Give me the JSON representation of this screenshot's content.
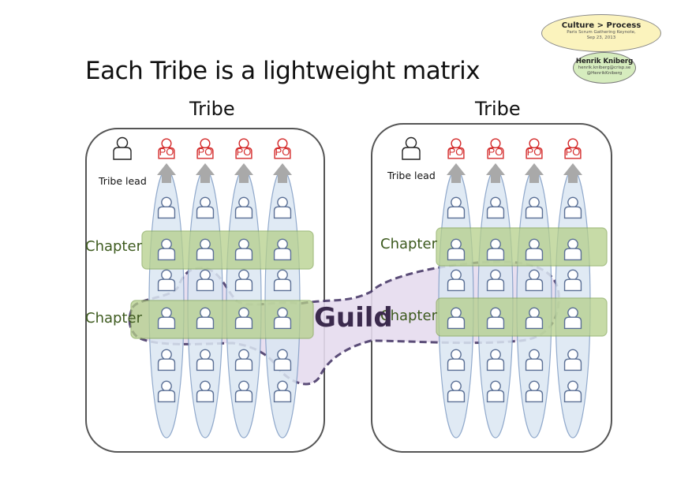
{
  "title": "Each Tribe is a lightweight matrix",
  "tribes": [
    {
      "title": "Tribe",
      "lead_label": "Tribe lead",
      "po_labels": [
        "PO",
        "PO",
        "PO",
        "PO"
      ],
      "chapters": [
        "Chapter",
        "Chapter"
      ]
    },
    {
      "title": "Tribe",
      "lead_label": "Tribe lead",
      "po_labels": [
        "PO",
        "PO",
        "PO",
        "PO"
      ],
      "chapters": [
        "Chapter",
        "Chapter"
      ]
    }
  ],
  "guild_label": "Guild",
  "badge": {
    "title": "Culture > Process",
    "subtitle_line1": "Paris Scrum Gathering Keynote,",
    "subtitle_line2": "Sep 23, 2013",
    "author": "Henrik Kniberg",
    "email": "henrik.kniberg@crisp.se",
    "handle": "@HenrikKniberg"
  },
  "colors": {
    "po": "#d42a2a",
    "chapter_fill": "#b5cf8a",
    "chapter_text": "#3d5a1e",
    "guild_fill": "#e6dcef",
    "guild_border": "#4a3a6a",
    "squad_fill": "#dbe7f3",
    "person_stroke": "#5a6f95"
  }
}
